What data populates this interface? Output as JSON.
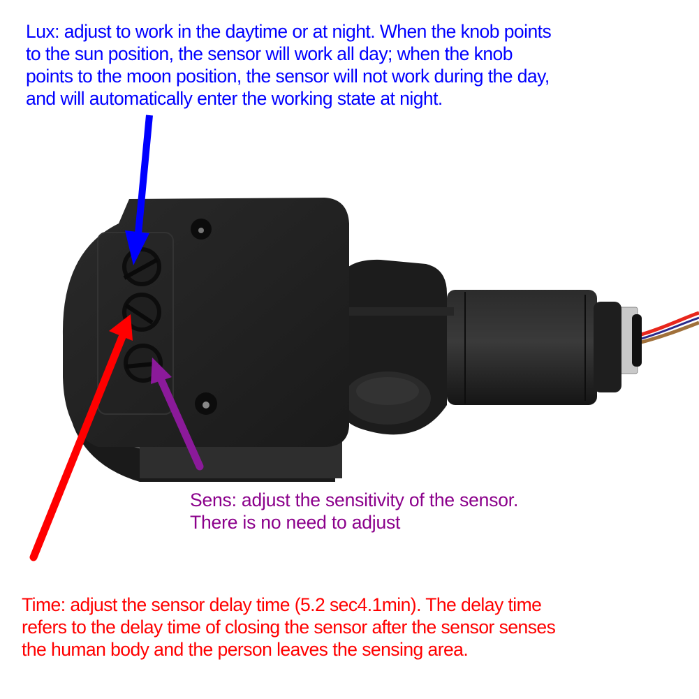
{
  "figure": {
    "subject": "PIR motion sensor switch with three adjustment knobs",
    "background_color": "#ffffff"
  },
  "annotations": {
    "lux": {
      "label": "Lux",
      "text": "Lux: adjust to work in the daytime or at night. When the knob points\nto the sun position, the sensor will work all day; when the knob\npoints to the moon position, the sensor will not work during the day,\nand will automatically enter the working state at night.",
      "color": "#0000ff",
      "arrow_color": "#0000ff",
      "target": "top knob"
    },
    "sens": {
      "label": "Sens",
      "text": "Sens: adjust the sensitivity of the sensor.\nThere is no need to adjust",
      "color": "#8b008b",
      "arrow_color": "#8b1a9a",
      "target": "bottom knob"
    },
    "time": {
      "label": "Time",
      "text": "Time: adjust the sensor delay time (5.2 sec4.1min). The delay time\nrefers to the delay time of closing the sensor after the sensor senses\nthe human body and the person leaves the sensing area.",
      "color": "#ff0000",
      "arrow_color": "#ff0000",
      "target": "middle knob"
    }
  },
  "device": {
    "knobs": [
      "Lux",
      "Time",
      "Sens"
    ],
    "body_color": "#1e1e1e",
    "wire_colors": [
      "#e8261c",
      "#2a2a8a",
      "#a0703a"
    ]
  }
}
